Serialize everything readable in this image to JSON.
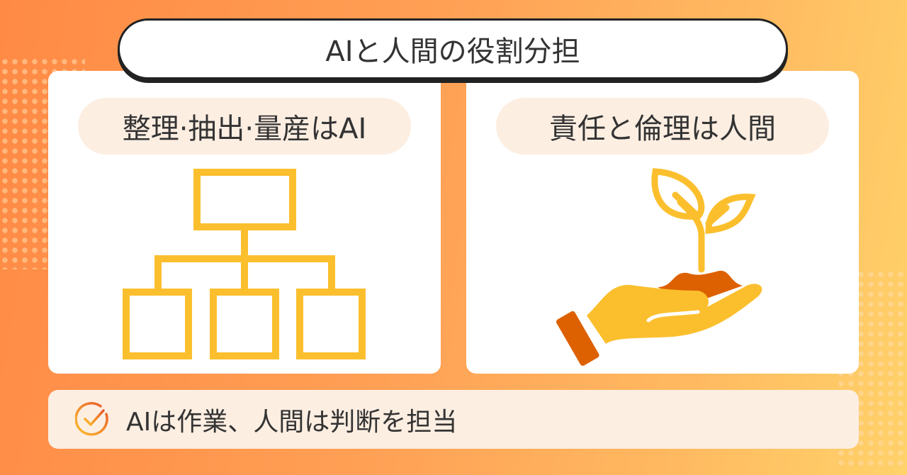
{
  "title": "AIと人間の役割分担",
  "left_card": {
    "heading": "整理·抽出·量産はAI",
    "icon": "org-chart-icon"
  },
  "right_card": {
    "heading": "責任と倫理は人間",
    "icon": "hand-holding-sprout-icon"
  },
  "summary": {
    "icon": "check-circle-icon",
    "text": "AIは作業、人間は判断を担当"
  },
  "colors": {
    "accent": "#fbbf2e",
    "dark_accent": "#dd6100",
    "pill": "#fdeee2"
  }
}
